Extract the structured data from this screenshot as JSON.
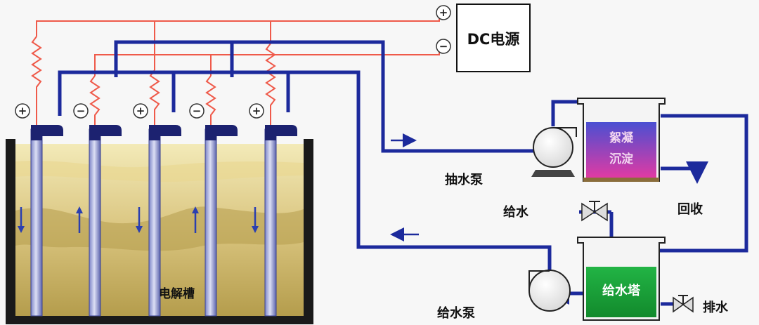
{
  "power_supply": {
    "label": "DC电源",
    "plus_terminal": "+",
    "minus_terminal": "−"
  },
  "electrodes": [
    {
      "polarity": "+",
      "flow_arrow": "down"
    },
    {
      "polarity": "−",
      "flow_arrow": "up"
    },
    {
      "polarity": "+",
      "flow_arrow": "down"
    },
    {
      "polarity": "−",
      "flow_arrow": "up"
    },
    {
      "polarity": "+",
      "flow_arrow": "down"
    }
  ],
  "labels": {
    "electrolytic_tank": "电解槽",
    "suction_pump": "抽水泵",
    "feed_water": "给水",
    "recovery": "回收",
    "feed_pump": "给水泵",
    "drain": "排水"
  },
  "coagulation_tank": {
    "line1": "絮凝",
    "line2": "沉淀"
  },
  "feed_tower": {
    "label": "给水塔"
  },
  "colors": {
    "positive_wire": "#ef5a4a",
    "negative_pipe": "#1c2a9c",
    "liquid_light": "#f1e6ae",
    "liquid_dark": "#b8a04e",
    "tower_green": "#1aa33a",
    "coag_top": "#4a4fd2",
    "coag_bottom": "#d83aa8"
  }
}
